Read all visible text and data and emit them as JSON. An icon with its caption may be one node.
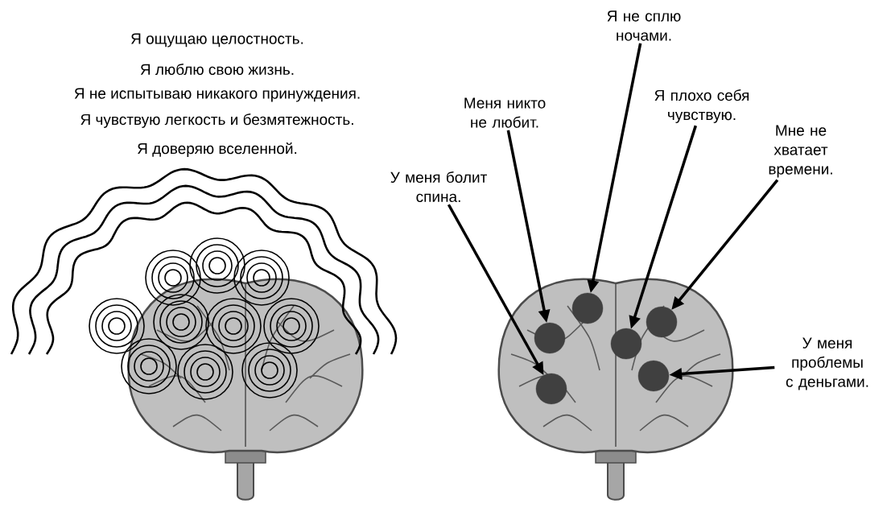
{
  "diagram": {
    "nodes": [
      {
        "text": [
          "У меня болит спина."
        ]
      },
      {
        "text": [
          "Меня никто не любит."
        ]
      },
      {
        "text": [
          "Я не сплю ночами."
        ]
      },
      {
        "text": [
          "Я плохо себя чувствую."
        ]
      },
      {
        "text": [
          "Мне не хватает времени."
        ]
      },
      {
        "text": [
          "У меня проблемы с деньгами."
        ]
      },
      {
        "text": [],
        "shape": "circle"
      },
      {
        "text": [],
        "shape": "circle"
      },
      {
        "text": [],
        "shape": "circle"
      },
      {
        "text": [],
        "shape": "circle"
      },
      {
        "text": [],
        "shape": "circle"
      },
      {
        "text": [],
        "shape": "circle"
      }
    ],
    "edges": [
      {
        "from": 0,
        "to": 7,
        "arrow": "to"
      },
      {
        "from": 1,
        "to": 6,
        "arrow": "to"
      },
      {
        "from": 2,
        "to": 8,
        "arrow": "to"
      },
      {
        "from": 3,
        "to": 9,
        "arrow": "to"
      },
      {
        "from": 4,
        "to": 10,
        "arrow": "to"
      },
      {
        "from": 5,
        "to": 11,
        "arrow": "to"
      }
    ],
    "labels": [
      "Я ощущаю целостность.",
      "Я люблю свою жизнь.",
      "Я не испытываю никакого принуждения.",
      "Я чувствую легкость и безмятежность.",
      "Я доверяю вселенной."
    ]
  }
}
